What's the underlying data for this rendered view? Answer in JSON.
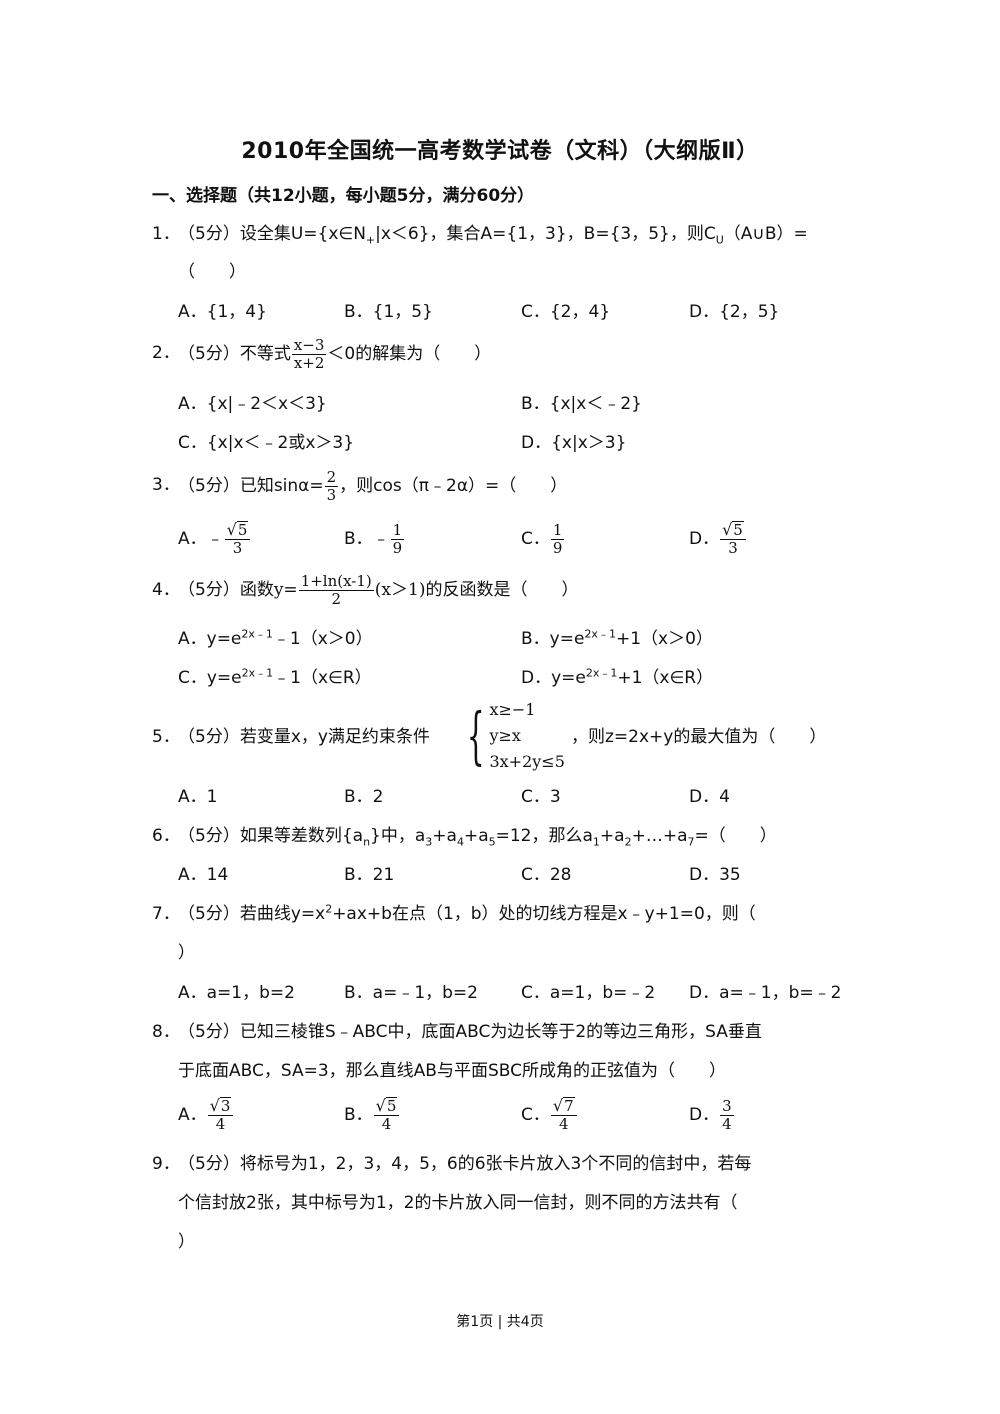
{
  "title": "2010年全国统一高考数学试卷（文科）（大纲版Ⅱ）",
  "section_header": "一、选择题（共12小题，每小题5分，满分60分）",
  "q1": {
    "num": "1．",
    "text_a": "（5分）设全集U={x∈N",
    "sub_plus": "+",
    "text_b": "|x＜6}，集合A={1，3}，B={3，5}，则C",
    "sub_u": "U",
    "text_c": "（A∪B）=",
    "cont": "（　　）",
    "options": [
      "A．{1，4}",
      "B．{1，5}",
      "C．{2，4}",
      "D．{2，5}"
    ]
  },
  "q2": {
    "num": "2．",
    "pre": "（5分）不等式",
    "frac_num": "x−3",
    "frac_den": "x+2",
    "post": "＜0的解集为（　　）",
    "options": [
      "A．{x|﹣2＜x＜3}",
      "B．{x|x＜﹣2}",
      "C．{x|x＜﹣2或x＞3}",
      "D．{x|x＞3}"
    ]
  },
  "q3": {
    "num": "3．",
    "pre": "（5分）已知sinα=",
    "frac_num": "2",
    "frac_den": "3",
    "post": "，则cos（π﹣2α）=（　　）",
    "opt_labels": [
      "A．",
      "B．",
      "C．",
      "D．"
    ],
    "optA_sign": "﹣",
    "optA_rad": "5",
    "optA_den": "3",
    "optB_sign": "﹣",
    "optB_num": "1",
    "optB_den": "9",
    "optC_num": "1",
    "optC_den": "9",
    "optD_rad": "5",
    "optD_den": "3"
  },
  "q4": {
    "num": "4．",
    "pre": "（5分）函数",
    "y_eq": "y=",
    "frac_num": "1+ln(x-1)",
    "frac_den": "2",
    "cond": "(x＞1)",
    "post": "的反函数是（　　）",
    "optA": "A．y=e",
    "optA_sup": "2x﹣1",
    "optA_tail": "﹣1（x＞0）",
    "optB": "B．y=e",
    "optB_sup": "2x﹣1",
    "optB_tail": "+1（x＞0）",
    "optC": "C．y=e",
    "optC_sup": "2x﹣1",
    "optC_tail": "﹣1（x∈R）",
    "optD": "D．y=e",
    "optD_sup": "2x﹣1",
    "optD_tail": "+1（x∈R）"
  },
  "q5": {
    "num": "5．",
    "pre": "（5分）若变量x，y满足约束条件",
    "sys": [
      "x≥−1",
      "y≥x",
      "3x+2y≤5"
    ],
    "post": "，则z=2x+y的最大值为（　　）",
    "options": [
      "A．1",
      "B．2",
      "C．3",
      "D．4"
    ]
  },
  "q6": {
    "num": "6．",
    "t1": "（5分）如果等差数列{a",
    "s1": "n",
    "t2": "}中，a",
    "s2": "3",
    "t3": "+a",
    "s3": "4",
    "t4": "+a",
    "s4": "5",
    "t5": "=12，那么a",
    "s5": "1",
    "t6": "+a",
    "s6": "2",
    "t7": "+…+a",
    "s7": "7",
    "t8": "=（　　）",
    "options": [
      "A．14",
      "B．21",
      "C．28",
      "D．35"
    ]
  },
  "q7": {
    "num": "7．",
    "t1": "（5分）若曲线y=x",
    "sup": "2",
    "t2": "+ax+b在点（1，b）处的切线方程是x﹣y+1=0，则（",
    "cont": "）",
    "options": [
      "A．a=1，b=2",
      "B．a=﹣1，b=2",
      "C．a=1，b=﹣2",
      "D．a=﹣1，b=﹣2"
    ]
  },
  "q8": {
    "num": "8．",
    "line1": "（5分）已知三棱锥S﹣ABC中，底面ABC为边长等于2的等边三角形，SA垂直",
    "line2": "于底面ABC，SA=3，那么直线AB与平面SBC所成角的正弦值为（　　）",
    "opt_labels": [
      "A．",
      "B．",
      "C．",
      "D．"
    ],
    "optA_rad": "3",
    "optA_den": "4",
    "optB_rad": "5",
    "optB_den": "4",
    "optC_rad": "7",
    "optC_den": "4",
    "optD_num": "3",
    "optD_den": "4"
  },
  "q9": {
    "num": "9．",
    "line1": "（5分）将标号为1，2，3，4，5，6的6张卡片放入3个不同的信封中，若每",
    "line2": "个信封放2张，其中标号为1，2的卡片放入同一信封，则不同的方法共有（",
    "line3": "）"
  },
  "footer": "第1页 | 共4页"
}
